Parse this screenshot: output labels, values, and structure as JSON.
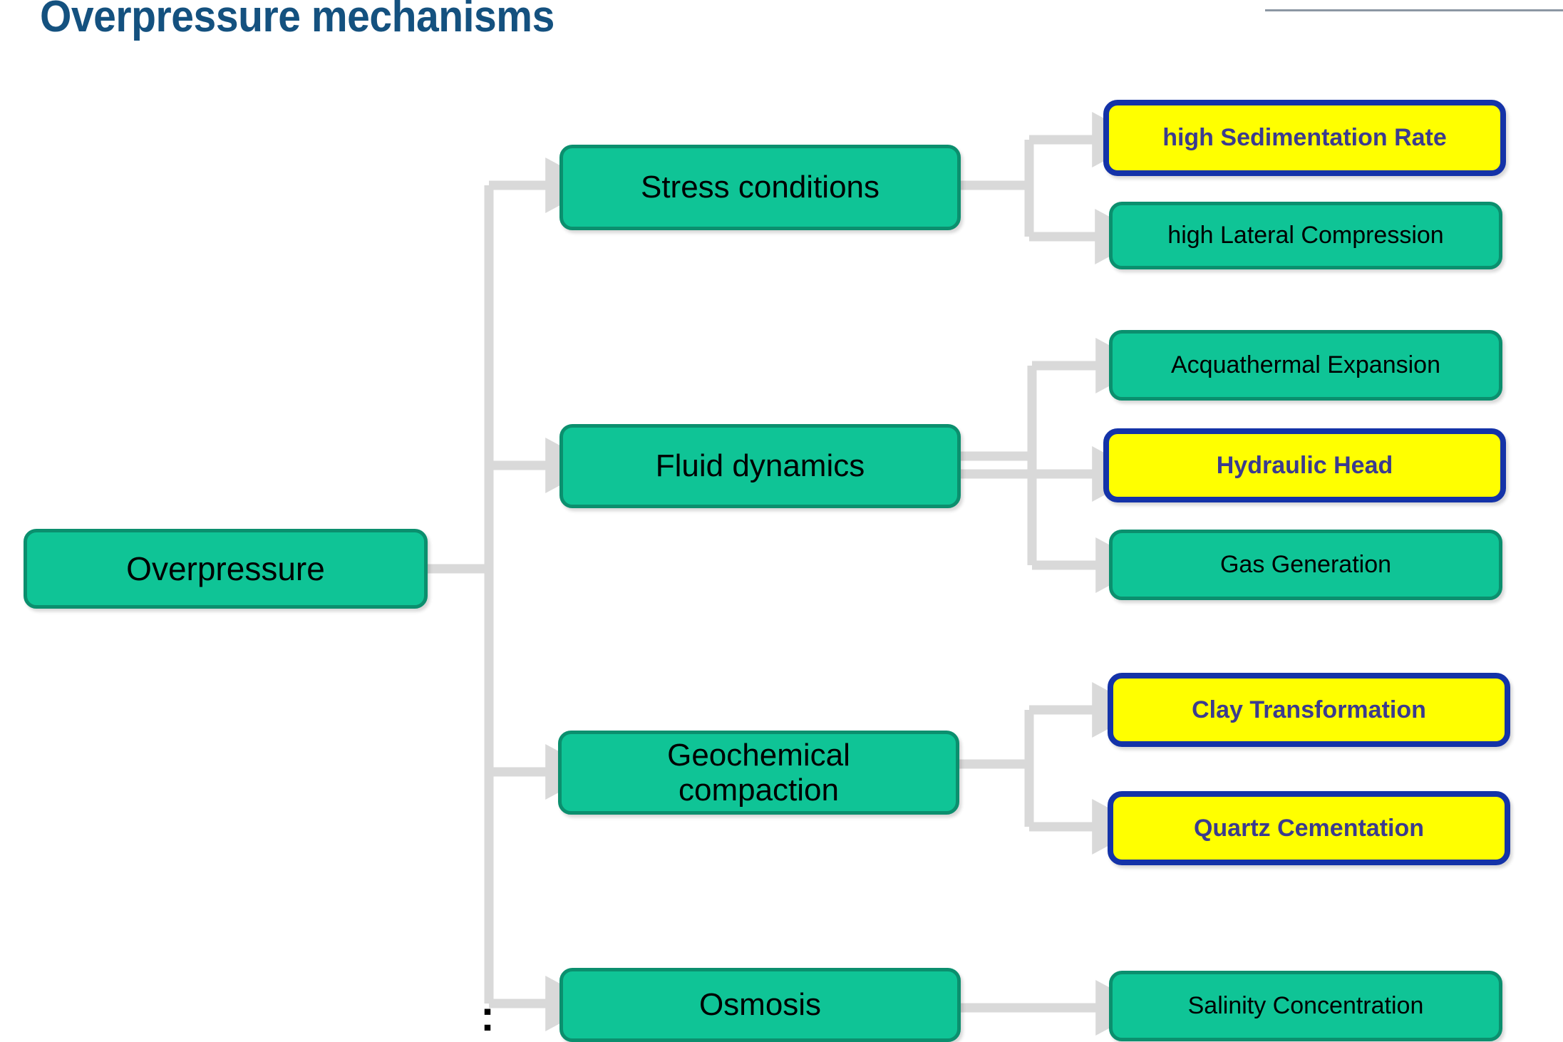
{
  "page": {
    "title": "Overpressure mechanisms",
    "stray_marker": ":"
  },
  "colors": {
    "title": "#14517F",
    "node_green_fill": "#0FC496",
    "node_green_border": "#0B8F6E",
    "node_highlight_fill": "#FFFF00",
    "node_highlight_border": "#1433A8",
    "node_highlight_text": "#3B3B8F",
    "connector": "#D9D9D9",
    "header_rule": "#8C97A3"
  },
  "diagram": {
    "root": {
      "label": "Overpressure"
    },
    "branches": [
      {
        "label": "Stress conditions",
        "children": [
          {
            "label": "high Sedimentation Rate",
            "highlighted": true
          },
          {
            "label": "high Lateral Compression",
            "highlighted": false
          }
        ]
      },
      {
        "label": "Fluid dynamics",
        "children": [
          {
            "label": "Acquathermal Expansion",
            "highlighted": false
          },
          {
            "label": "Hydraulic Head",
            "highlighted": true
          },
          {
            "label": "Gas Generation",
            "highlighted": false
          }
        ]
      },
      {
        "label": "Geochemical\ncompaction",
        "label_line1": "Geochemical",
        "label_line2": "compaction",
        "children": [
          {
            "label": "Clay Transformation",
            "highlighted": true
          },
          {
            "label": "Quartz Cementation",
            "highlighted": true
          }
        ]
      },
      {
        "label": "Osmosis",
        "children": [
          {
            "label": "Salinity Concentration",
            "highlighted": false
          }
        ]
      }
    ]
  }
}
